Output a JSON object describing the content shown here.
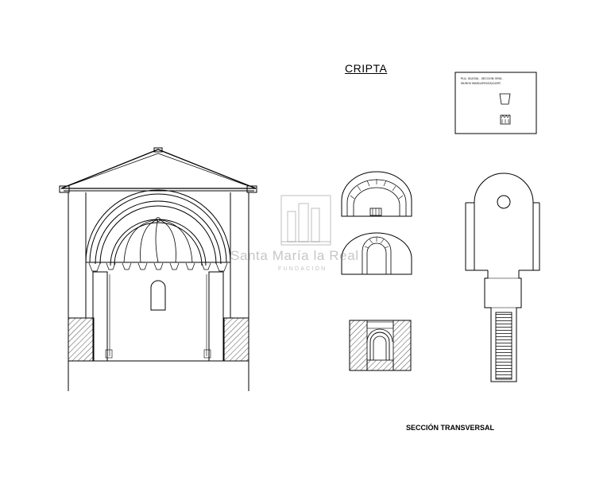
{
  "labels": {
    "title": "CRIPTA",
    "section": "SECCIÓN TRANSVERSAL",
    "legend_line1": "PLA. IGLESIA - SECCION ORIG.",
    "legend_line2": "MUROS MARCAPOSOS/CAPIT."
  },
  "watermark": {
    "name": "Santa María la Real",
    "subtitle": "FUNDACIÓN"
  },
  "colors": {
    "line": "#000000",
    "watermark": "#8a8a8a"
  }
}
